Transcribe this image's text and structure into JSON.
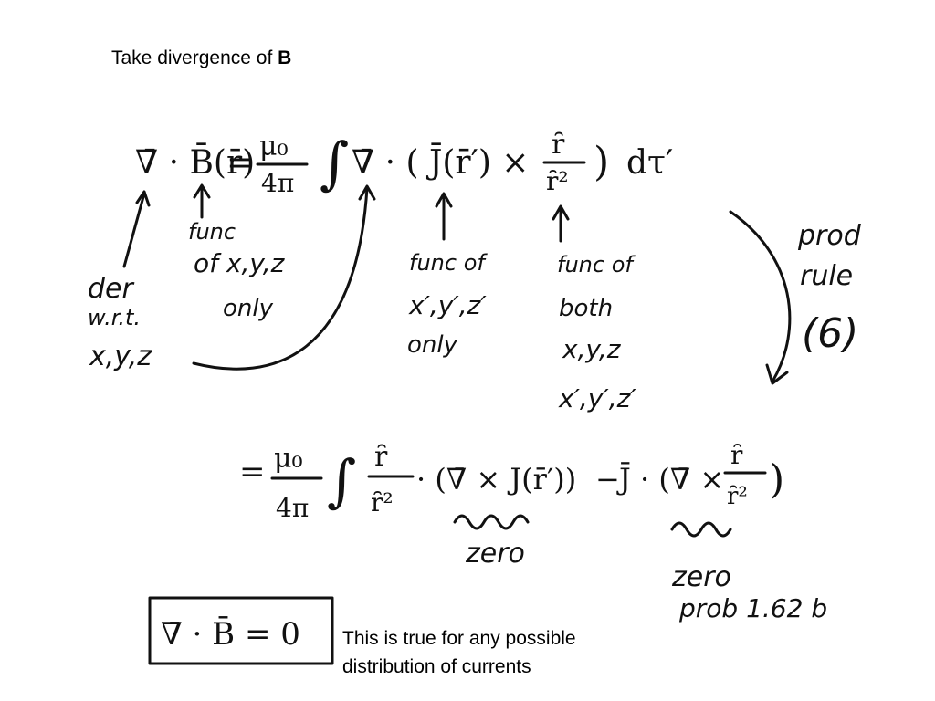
{
  "title": {
    "prefix": "Take divergence of ",
    "bold": "B"
  },
  "caption": {
    "line1": "This is true for any possible",
    "line2": "distribution of currents"
  },
  "handwritten": {
    "eq1_lhs": "∇̄ · B̄(r̄)",
    "eq1_equals": "=",
    "mu0": "μ₀",
    "four_pi": "4π",
    "integral": "∫",
    "eq1_integrand": "∇̄ · ( J̄(r̄′) × ",
    "script_r_hat": "ȓ",
    "script_r_sq": "ȓ²",
    "close_paren": ")",
    "d_tau": "dτ′",
    "note_func_xyz_1": "func",
    "note_func_xyz_2": "of x,y,z",
    "note_func_xyz_3": "only",
    "note_der_1": "der",
    "note_der_2": "w.r.t.",
    "note_der_3": "x,y,z",
    "note_func_primed_1": "func of",
    "note_func_primed_2": "x′,y′,z′",
    "note_func_primed_3": "only",
    "note_func_both_1": "func of",
    "note_func_both_2": "both",
    "note_func_both_3": "x,y,z",
    "note_func_both_4": "x′,y′,z′",
    "note_prod_1": "prod",
    "note_prod_2": "rule",
    "note_prod_3": "(6)",
    "eq2_equals": "=",
    "eq2_term1": "· (∇̄ × J(r̄′))",
    "eq2_minus": "−",
    "eq2_term2": "J̄ · (∇̄ ×",
    "zero_1": "zero",
    "zero_2": "zero",
    "prob_ref": "prob 1.62 b",
    "boxed_result": "∇̄ · B̄ = 0"
  }
}
